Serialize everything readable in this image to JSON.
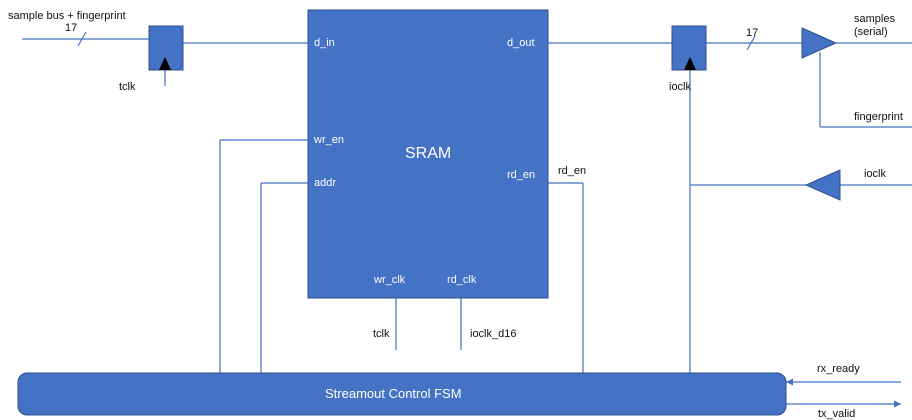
{
  "inputs": {
    "sample_bus": "sample bus + fingerprint",
    "bus_width_in": "17",
    "bus_width_out": "17",
    "samples_serial": "samples\n(serial)",
    "fingerprint": "fingerprint",
    "ioclk_in": "ioclk",
    "rx_ready": "rx_ready",
    "tx_valid": "tx_valid"
  },
  "clocks": {
    "tclk_ff": "tclk",
    "ioclk_ff": "ioclk",
    "tclk_bottom": "tclk",
    "ioclk_d16": "ioclk_d16"
  },
  "sram": {
    "title": "SRAM",
    "d_in": "d_in",
    "d_out": "d_out",
    "wr_en": "wr_en",
    "addr": "addr",
    "rd_en_pin": "rd_en",
    "rd_en_ext": "rd_en",
    "wr_clk": "wr_clk",
    "rd_clk": "rd_clk"
  },
  "fsm": {
    "title": "Streamout Control FSM"
  },
  "colors": {
    "block": "#4472c4",
    "wire": "#4472c4",
    "stroke": "#2f528f"
  }
}
